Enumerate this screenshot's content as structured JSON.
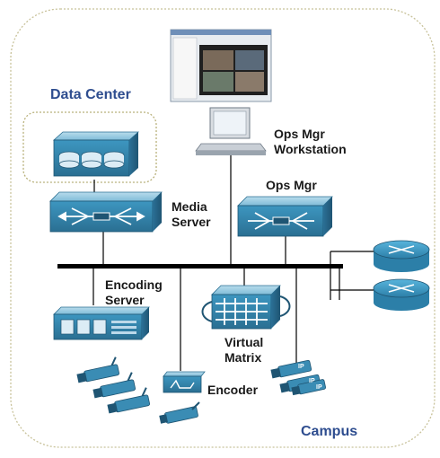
{
  "zones": {
    "campus": "Campus",
    "data_center": "Data Center"
  },
  "labels": {
    "media_server": [
      "Media",
      "Server"
    ],
    "ops_mgr_workstation": [
      "Ops Mgr",
      "Workstation"
    ],
    "ops_mgr": "Ops Mgr",
    "encoding_server": [
      "Encoding",
      "Server"
    ],
    "virtual_matrix": [
      "Virtual",
      "Matrix"
    ],
    "encoder": "Encoder"
  },
  "camera_badge": "IP",
  "colors": {
    "zone_text": "#2e4d8f",
    "device_blue": "#3a8cb4",
    "device_dark": "#2c6e8f",
    "router_blue": "#4aa3cc",
    "bus": "#000000"
  }
}
